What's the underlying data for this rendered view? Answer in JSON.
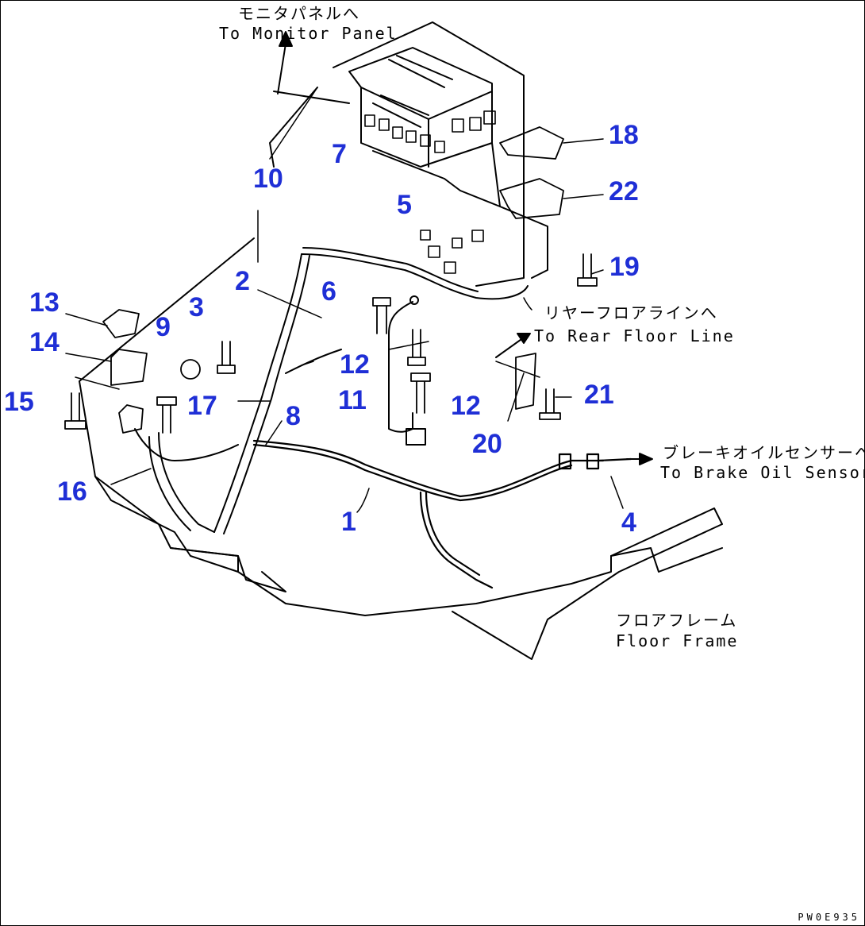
{
  "annotations": {
    "monitor_panel_jp": "モニタパネルへ",
    "monitor_panel_en": "To Monitor Panel",
    "rear_floor_jp": "リヤーフロアラインへ",
    "rear_floor_en": "To Rear Floor Line",
    "brake_oil_jp": "ブレーキオイルセンサーへ",
    "brake_oil_en": "To Brake Oil Sensor",
    "floor_frame_jp": "フロアフレーム",
    "floor_frame_en": "Floor Frame"
  },
  "callouts": [
    "1",
    "2",
    "3",
    "4",
    "5",
    "6",
    "7",
    "8",
    "9",
    "10",
    "11",
    "12",
    "12",
    "13",
    "14",
    "15",
    "16",
    "17",
    "18",
    "19",
    "20",
    "21",
    "22"
  ],
  "drawing_code": "PW0E935",
  "colors": {
    "callout": "#1f2fd6",
    "line": "#000000",
    "background": "#ffffff"
  }
}
